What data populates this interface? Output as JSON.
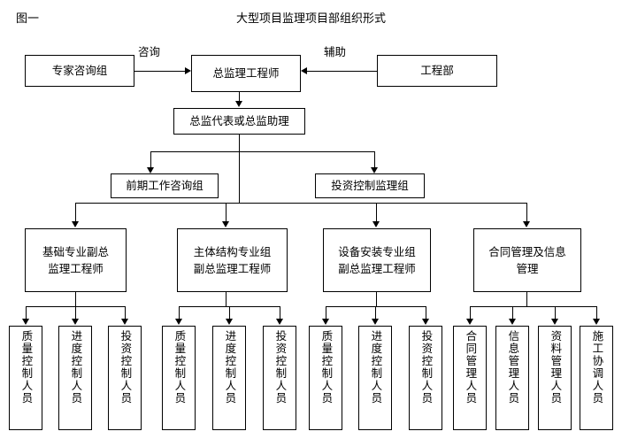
{
  "header": {
    "figure_label": "图一",
    "title": "大型项目监理项目部组织形式"
  },
  "nodes": {
    "expert_group": "专家咨询组",
    "chief_engineer": "总监理工程师",
    "engineering_dept": "工程部",
    "deputy_chief": "总监代表或总监助理",
    "preliminary_group": "前期工作咨询组",
    "investment_group": "投资控制监理组"
  },
  "edge_labels": {
    "consult": "咨询",
    "assist": "辅助"
  },
  "departments": [
    {
      "line1": "基础专业副总",
      "line2": "监理工程师"
    },
    {
      "line1": "主体结构专业组",
      "line2": "副总监理工程师"
    },
    {
      "line1": "设备安装专业组",
      "line2": "副总监理工程师"
    },
    {
      "line1": "合同管理及信息",
      "line2": "管理"
    }
  ],
  "staff": {
    "group1": [
      "质量控制人员",
      "进度控制人员",
      "投资控制人员"
    ],
    "group2": [
      "质量控制人员",
      "进度控制人员",
      "投资控制人员"
    ],
    "group3": [
      "质量控制人员",
      "进度控制人员",
      "投资控制人员"
    ],
    "group4": [
      "合同管理人员",
      "信息管理人员",
      "资料管理人员",
      "施工协调人员"
    ]
  },
  "colors": {
    "line": "#000000",
    "background": "#ffffff",
    "text": "#000000"
  }
}
